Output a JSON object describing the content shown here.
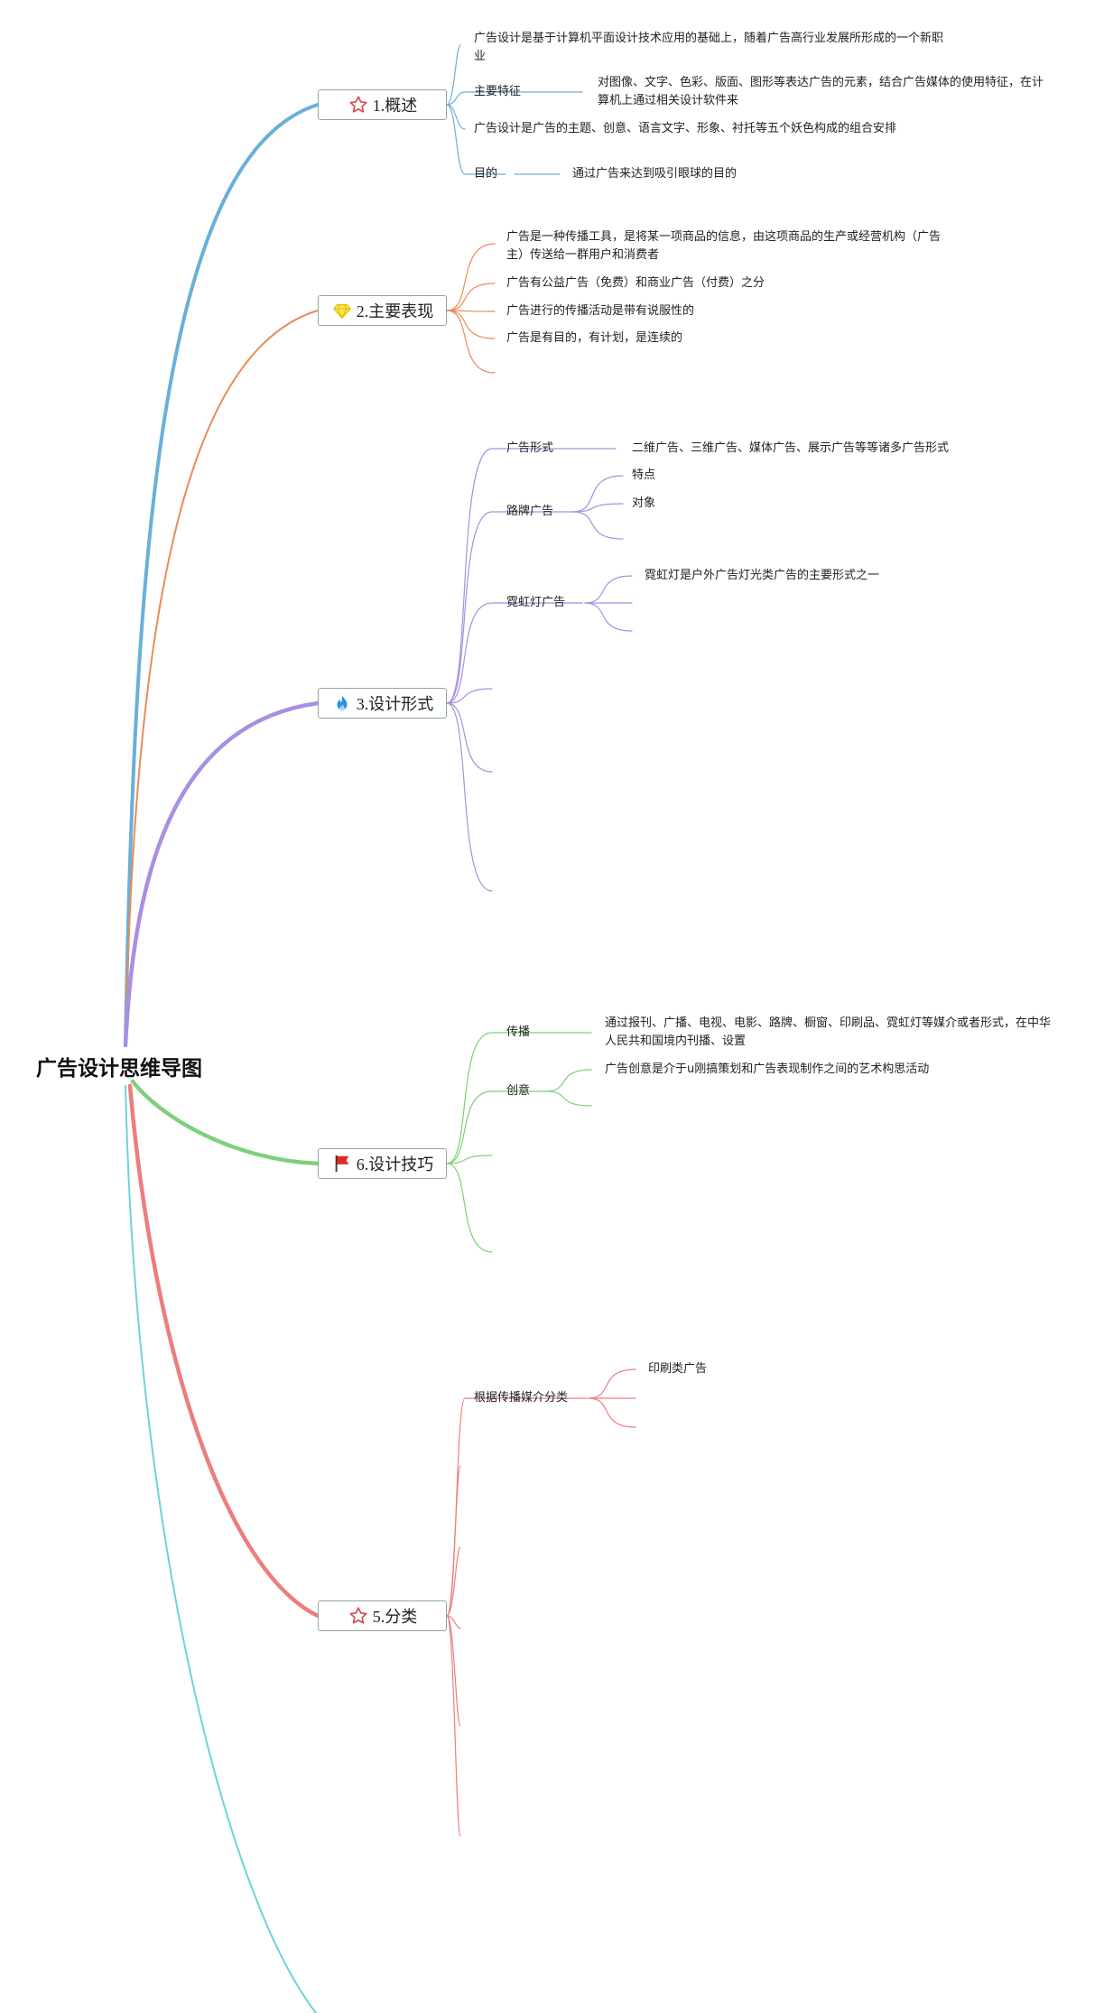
{
  "root": {
    "title": "广告设计思维导图"
  },
  "branches": {
    "b1": {
      "label": "1.概述",
      "icon": "star-icon",
      "color": "#6aafd9",
      "items": {
        "i1": {
          "text": "广告设计是基于计算机平面设计技术应用的基础上，随着广告高行业发展所形成的一个新职业"
        },
        "i2": {
          "text": "主要特征",
          "detail": "对图像、文字、色彩、版面、图形等表达广告的元素，结合广告媒体的使用特征，在计算机上通过相关设计软件来"
        },
        "i3": {
          "text": "广告设计是广告的主题、创意、语言文字、形象、衬托等五个妖色构成的组合安排"
        },
        "i4": {
          "text": "目的",
          "detail": "通过广告来达到吸引眼球的目的"
        }
      }
    },
    "b2": {
      "label": "2.主要表现",
      "icon": "diamond-icon",
      "color": "#e98b5a",
      "items": {
        "i1": {
          "text": "广告是一种传播工具，是将某一项商品的信息，由这项商品的生产或经营机构（广告主）传送给一群用户和消费者"
        },
        "i2": {
          "text": "广告有公益广告（免费）和商业广告（付费）之分"
        },
        "i3": {
          "text": "广告进行的传播活动是带有说服性的"
        },
        "i4": {
          "text": "广告是有目的，有计划，是连续的"
        }
      }
    },
    "b3": {
      "label": "3.设计形式",
      "icon": "flame-icon",
      "color": "#a98fe0",
      "items": {
        "i1": {
          "text": "广告形式",
          "detail": "二维广告、三维广告、媒体广告、展示广告等等诸多广告形式"
        },
        "i2": {
          "text": "路牌广告",
          "sub1": "特点",
          "sub2": "对象"
        },
        "i3": {
          "text": "霓虹灯广告",
          "sub1": "霓虹灯是户外广告灯光类广告的主要形式之一"
        }
      }
    },
    "b6": {
      "label": "6.设计技巧",
      "icon": "flag-icon",
      "color": "#7ed07a",
      "items": {
        "i1": {
          "text": "传播",
          "detail": "通过报刊、广播、电视、电影、路牌、橱窗、印刷品、霓虹灯等媒介或者形式，在中华人民共和国境内刊播、设置"
        },
        "i2": {
          "text": "创意",
          "detail": "广告创意是介于u刚搞策划和广告表现制作之间的艺术构思活动"
        }
      }
    },
    "b5": {
      "label": "5.分类",
      "icon": "star-icon",
      "color": "#ec7e7e",
      "items": {
        "i1": {
          "text": "根据传播媒介分类",
          "sub1": "印刷类广告"
        }
      }
    },
    "b7": {
      "color": "#6ed3d8"
    }
  }
}
